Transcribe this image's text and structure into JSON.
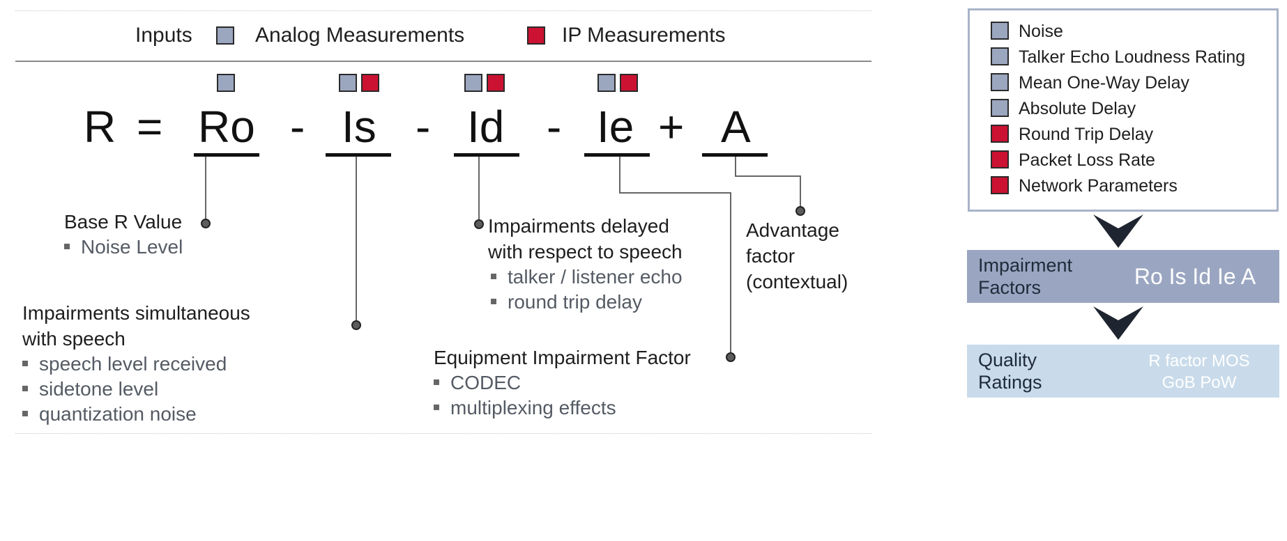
{
  "header": {
    "inputs_label": "Inputs",
    "analog_label": "Analog Measurements",
    "ip_label": "IP Measurements"
  },
  "equation": {
    "r": "R",
    "eq": "=",
    "ro": "Ro",
    "minus1": "-",
    "is": "Is",
    "minus2": "-",
    "id": "Id",
    "minus3": "-",
    "ie": "Ie",
    "plus": "+",
    "a": "A"
  },
  "annotations": {
    "base": {
      "heading": "Base R Value",
      "bullets": [
        "Noise Level"
      ]
    },
    "simultaneous": {
      "heading_line1": "Impairments simultaneous",
      "heading_line2": "with speech",
      "bullets": [
        "speech level received",
        "sidetone level",
        "quantization noise"
      ]
    },
    "delayed": {
      "heading_line1": "Impairments delayed",
      "heading_line2": "with respect to speech",
      "bullets": [
        "talker / listener echo",
        "round trip delay"
      ]
    },
    "equipment": {
      "heading": "Equipment Impairment Factor",
      "bullets": [
        "CODEC",
        "multiplexing effects"
      ]
    },
    "advantage": {
      "line1": "Advantage",
      "line2": "factor",
      "line3": "(contextual)"
    }
  },
  "legend": {
    "items": [
      {
        "label": "Noise",
        "color": "gray"
      },
      {
        "label": "Talker Echo Loudness Rating",
        "color": "gray"
      },
      {
        "label": "Mean One-Way Delay",
        "color": "gray"
      },
      {
        "label": "Absolute Delay",
        "color": "gray"
      },
      {
        "label": "Round Trip Delay",
        "color": "red"
      },
      {
        "label": "Packet Loss Rate",
        "color": "red"
      },
      {
        "label": "Network Parameters",
        "color": "red"
      }
    ]
  },
  "impairment_band": {
    "label_line1": "Impairment",
    "label_line2": "Factors",
    "value": "Ro Is Id Ie A"
  },
  "quality_band": {
    "label_line1": "Quality",
    "label_line2": "Ratings",
    "value_line1": "R factor MOS",
    "value_line2": "GoB PoW"
  },
  "colors": {
    "gray": "#9ba6bf",
    "red": "#cc1232",
    "band_dark": "#9aa6c1",
    "band_light": "#c9dbea",
    "box_border": "#a8b3c9"
  }
}
